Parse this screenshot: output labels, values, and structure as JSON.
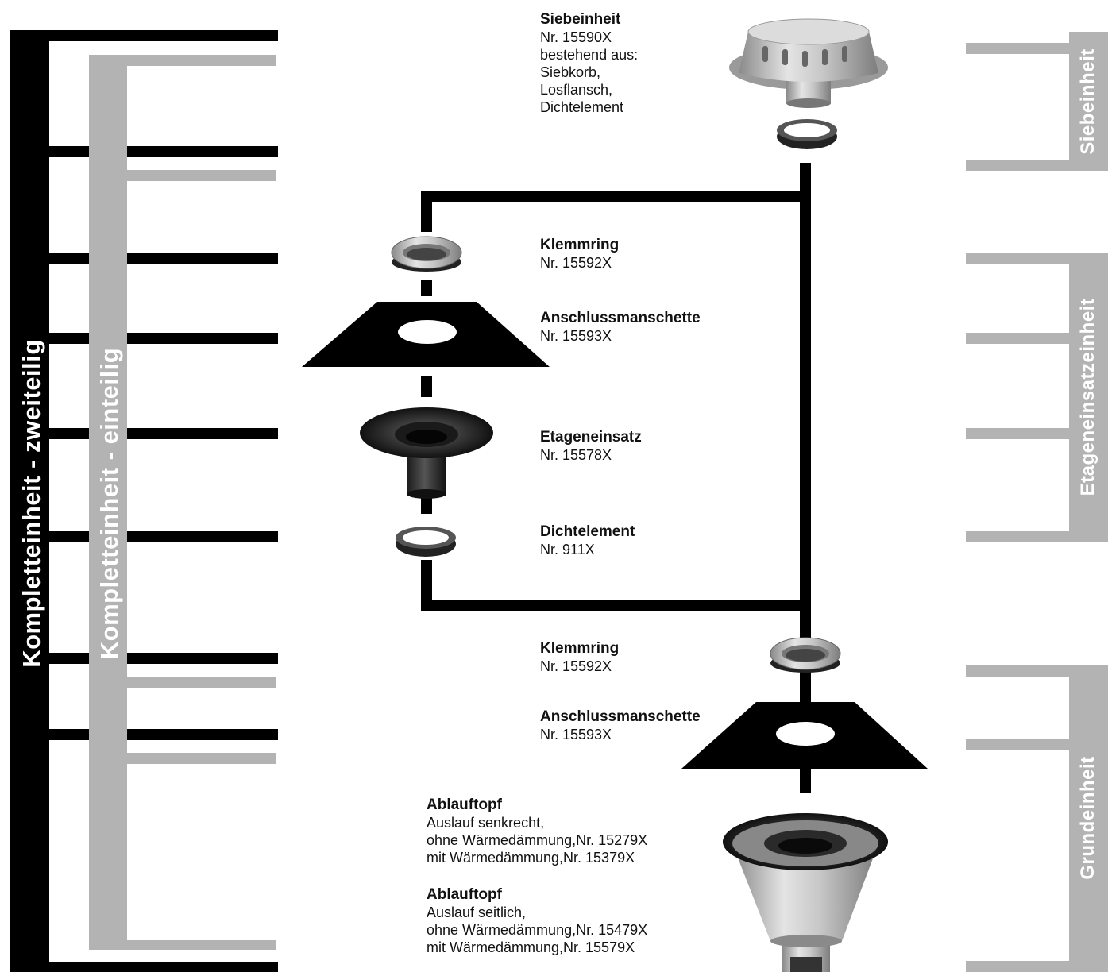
{
  "side_labels": {
    "komplett_zweiteilig": "Kompletteinheit - zweiteilig",
    "komplett_einteilig": "Kompletteinheit - einteilig",
    "siebeinheit": "Siebeinheit",
    "etageneinsatzeinheit": "Etageneinsatzeinheit",
    "grundeinheit": "Grundeinheit"
  },
  "parts": {
    "siebeinheit": {
      "title": "Siebeinheit",
      "lines": [
        "Nr. 15590X",
        "bestehend aus:",
        "Siebkorb,",
        "Losflansch,",
        "Dichtelement"
      ]
    },
    "klemmring_1": {
      "title": "Klemmring",
      "lines": [
        "Nr. 15592X"
      ]
    },
    "anschluss_1": {
      "title": "Anschlussmanschette",
      "lines": [
        "Nr. 15593X"
      ]
    },
    "etageneinsatz": {
      "title": "Etageneinsatz",
      "lines": [
        "Nr. 15578X"
      ]
    },
    "dichtelement": {
      "title": "Dichtelement",
      "lines": [
        "Nr. 911X"
      ]
    },
    "klemmring_2": {
      "title": "Klemmring",
      "lines": [
        "Nr. 15592X"
      ]
    },
    "anschluss_2": {
      "title": "Anschlussmanschette",
      "lines": [
        "Nr. 15593X"
      ]
    },
    "ablauftopf_1": {
      "title": "Ablauftopf",
      "lines": [
        "Auslauf senkrecht,",
        "ohne Wärmedämmung,Nr. 15279X",
        "mit Wärmedämmung,Nr. 15379X"
      ]
    },
    "ablauftopf_2": {
      "title": "Ablauftopf",
      "lines": [
        "Auslauf seitlich,",
        "ohne Wärmedämmung,Nr. 15479X",
        "mit Wärmedämmung,Nr. 15579X"
      ]
    }
  },
  "colors": {
    "black": "#000000",
    "gray": "#b3b3b3"
  }
}
